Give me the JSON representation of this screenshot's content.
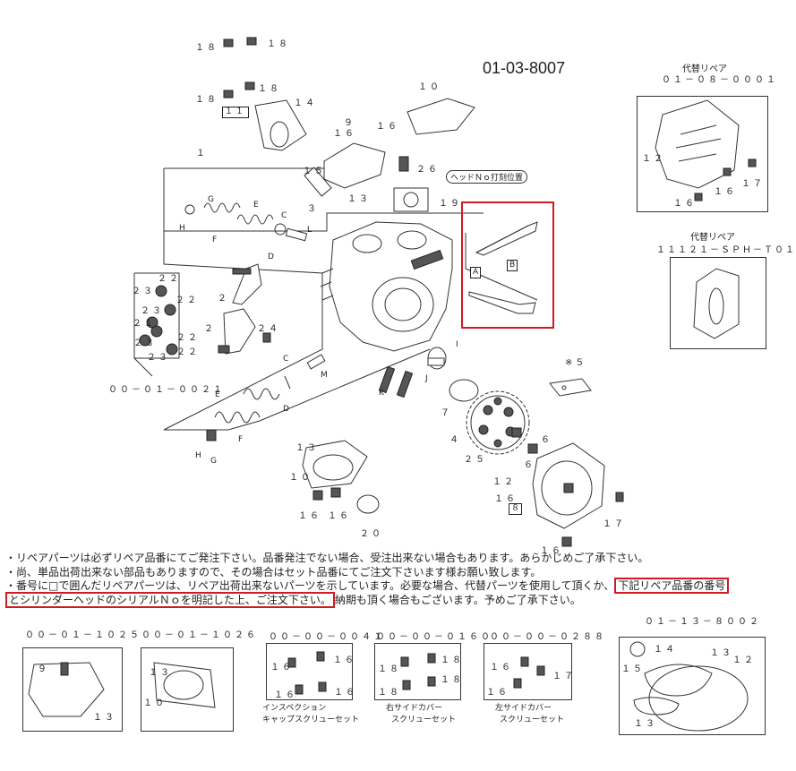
{
  "sheet_number": "01-03-8007",
  "head_no_label": "ヘッドＮｏ打刻位置",
  "callouts": {
    "c18a": "１８",
    "c18b": "１８",
    "c18c": "１８",
    "c18d": "１８",
    "c11": "１１",
    "c14": "１４",
    "c15": "１５",
    "c3": "３",
    "c9": "９",
    "c16a": "１６",
    "c16b": "１６",
    "c13": "１３",
    "c10": "１０",
    "c26": "２６",
    "c19": "１９",
    "c1": "１",
    "G1": "G",
    "H1": "H",
    "E1": "E",
    "F1": "F",
    "C1": "C",
    "D1": "D",
    "L1": "L",
    "c22a": "２２",
    "c23a": "２３",
    "c22b": "２２",
    "c23b": "２３",
    "c21": "２１",
    "c22c": "２２",
    "c23c": "２３",
    "c23d": "２３",
    "c22d": "２２",
    "c2a": "２",
    "c2b": "２",
    "c24": "２４",
    "part_no_left": "００－０１－００２１",
    "C2": "C",
    "M1": "M",
    "E2": "E",
    "D2": "D",
    "F2": "F",
    "H2": "H",
    "G2": "G",
    "K1": "K",
    "J1": "J",
    "I1": "I",
    "A1": "A",
    "B1": "B",
    "c7": "７",
    "c5": "※５",
    "c4": "４",
    "c25": "２５",
    "c6a": "６",
    "c6b": "６",
    "c12": "１２",
    "c16c": "１６",
    "B8": "８",
    "c17": "１７",
    "c16d": "１６",
    "c13b": "１３",
    "c10b": "１０",
    "c16e": "１６",
    "c16f": "１６",
    "c20": "２０"
  },
  "repair_top": {
    "title": "代替リペア",
    "part_no": "０１－０８－０００１",
    "c12": "１２",
    "c16a": "１６",
    "c17": "１７",
    "c16b": "１６"
  },
  "repair_mid": {
    "title": "代替リペア",
    "part_no": "１１１２１－ＳＰＨ－Ｔ０１"
  },
  "notes": {
    "line1": "・リペアパーツは必ずリペア品番にてご発注下さい。品番発注でない場合、受注出来ない場合もあります。あらかじめご了承下さい。",
    "line2": "・尚、単品出荷出来ない部品もありますので、その場合はセット品番にてご注文下さいます様お願い致します。",
    "line3a": "・番号に□で囲んだリペアパーツは、リペア出荷出来ないパーツを示しています。必要な場合、代替パーツを使用して頂くか、",
    "line3b": "下記リペア品番の番号",
    "line4a": "とシリンダーヘッドのシリアルＮｏを明記した上、ご注文下さい。",
    "line4b": "納期も頂く場合もございます。予めご了承下さい。"
  },
  "bottom_kits": [
    {
      "part_no": "００－０１－１０２５",
      "c1": "９",
      "c2": "１３",
      "caption": ""
    },
    {
      "part_no": "００－０１－１０２６",
      "c1": "１３",
      "c2": "１０",
      "caption": ""
    },
    {
      "part_no": "００－００－００４１",
      "c1": "１６",
      "c2": "１６",
      "c3": "１６",
      "c4": "１６",
      "caption1": "インスペクション",
      "caption2": "キャップスクリューセット"
    },
    {
      "part_no": "００－００－０１６０",
      "c1": "１８",
      "c2": "１８",
      "c3": "１８",
      "c4": "１８",
      "caption1": "右サイドカバー",
      "caption2": "スクリューセット"
    },
    {
      "part_no": "００－００－０２８８",
      "c1": "１６",
      "c2": "１７",
      "c3": "１６",
      "caption1": "左サイドカバー",
      "caption2": "スクリューセット"
    },
    {
      "part_no": "０１－１３－８００２",
      "c1": "１４",
      "c2": "１３",
      "c3": "１２",
      "c4": "１５",
      "c5": "１３",
      "caption": ""
    }
  ],
  "colors": {
    "highlight": "#d01a24",
    "line": "#333333"
  }
}
